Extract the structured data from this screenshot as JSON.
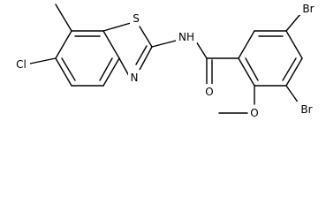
{
  "labels": {
    "cl": "Cl",
    "s": "S",
    "n_ring": "N",
    "nh": "NH",
    "o_carbonyl": "O",
    "o_methoxy": "O",
    "br_top": "Br",
    "br_bottom": "Br"
  }
}
